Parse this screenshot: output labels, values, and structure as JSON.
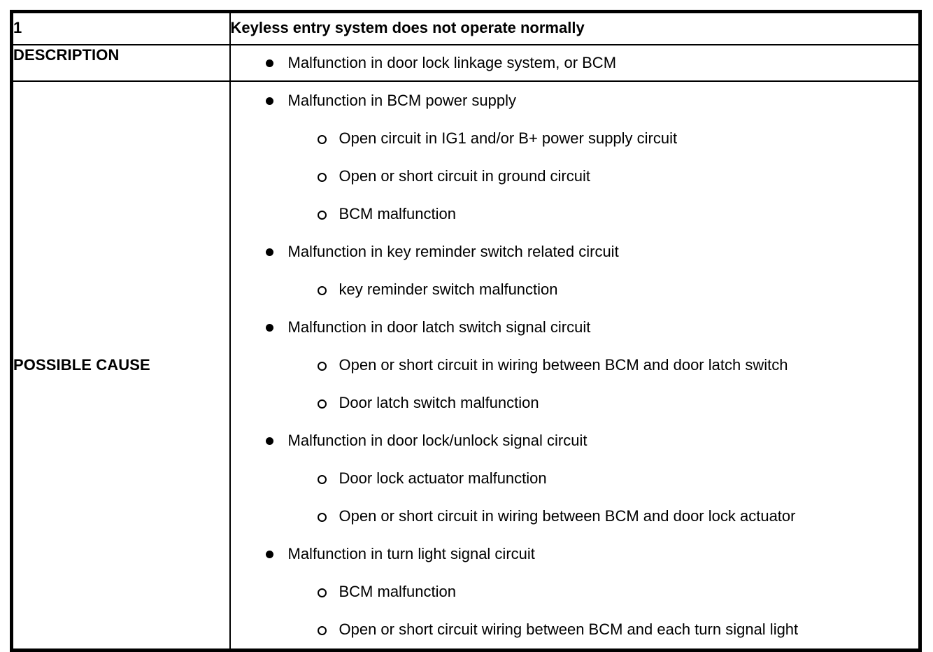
{
  "table": {
    "dtc_number": "1",
    "dtc_title": "Keyless entry system does not operate normally",
    "rows": {
      "description": {
        "label": "DESCRIPTION",
        "items": [
          {
            "level": 1,
            "text": "Malfunction in door lock linkage system, or BCM"
          }
        ]
      },
      "possible_cause": {
        "label": "POSSIBLE CAUSE",
        "items": [
          {
            "level": 1,
            "text": "Malfunction in BCM power supply"
          },
          {
            "level": 2,
            "text": "Open circuit in IG1 and/or B+ power supply circuit"
          },
          {
            "level": 2,
            "text": "Open or short circuit in ground circuit"
          },
          {
            "level": 2,
            "text": "BCM malfunction"
          },
          {
            "level": 1,
            "text": "Malfunction in key reminder switch related circuit"
          },
          {
            "level": 2,
            "text": "key reminder switch malfunction"
          },
          {
            "level": 1,
            "text": "Malfunction in door latch switch signal circuit"
          },
          {
            "level": 2,
            "text": "Open or short circuit in wiring between BCM and door latch switch"
          },
          {
            "level": 2,
            "text": "Door latch switch malfunction"
          },
          {
            "level": 1,
            "text": "Malfunction in door lock/unlock signal circuit"
          },
          {
            "level": 2,
            "text": "Door lock actuator malfunction"
          },
          {
            "level": 2,
            "text": "Open or short circuit in wiring between BCM and door lock actuator"
          },
          {
            "level": 1,
            "text": "Malfunction in turn light signal circuit"
          },
          {
            "level": 2,
            "text": "BCM malfunction"
          },
          {
            "level": 2,
            "text": "Open or short circuit wiring between BCM and each turn signal light"
          }
        ]
      }
    }
  },
  "colors": {
    "border": "#000000",
    "text": "#000000",
    "background": "#ffffff"
  }
}
